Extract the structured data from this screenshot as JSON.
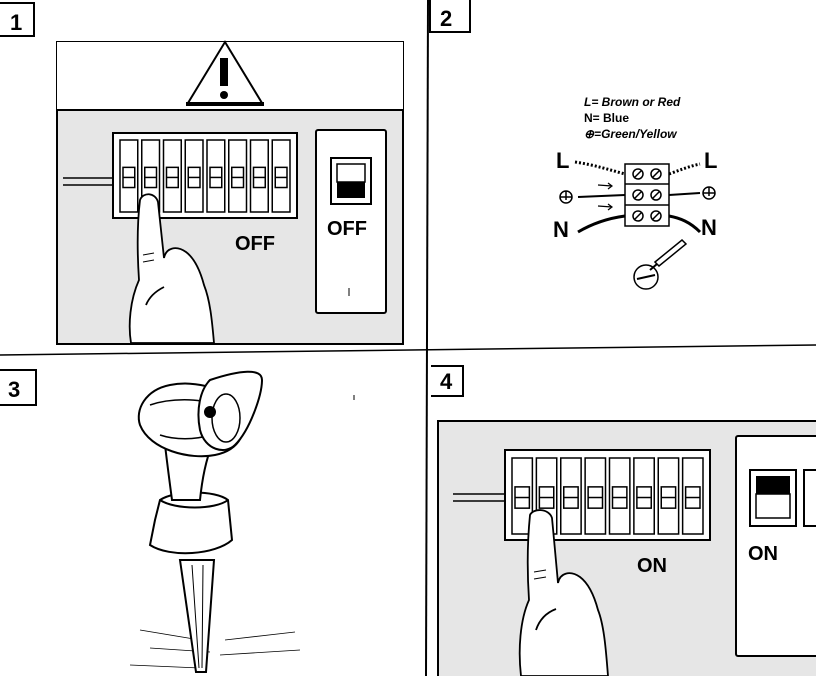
{
  "steps": [
    {
      "number": "1",
      "switch_state": "OFF",
      "isolator_state": "OFF"
    },
    {
      "number": "2",
      "legend": {
        "live": "L= Brown or Red",
        "neutral": "N= Blue",
        "earth": "⊕=Green/Yellow"
      },
      "terminal_labels": {
        "live": "L",
        "neutral": "N"
      }
    },
    {
      "number": "3"
    },
    {
      "number": "4",
      "switch_state": "ON",
      "isolator_state": "ON"
    }
  ],
  "colors": {
    "ink": "#000000",
    "panel": "#e6e6e6",
    "paper": "#ffffff"
  }
}
